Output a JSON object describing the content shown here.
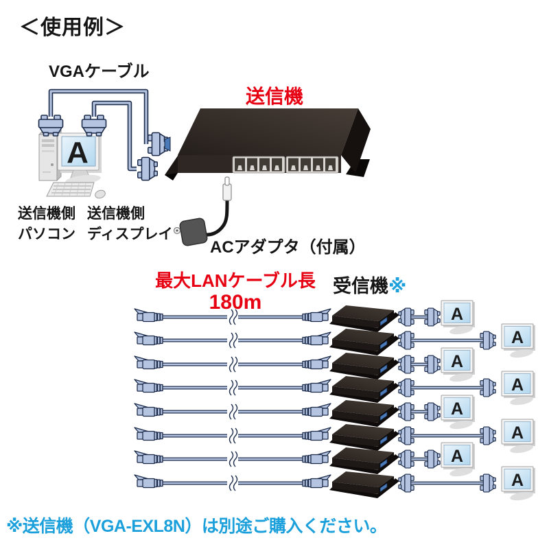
{
  "page": {
    "title": "＜使用例＞"
  },
  "top_section": {
    "vga_cable_label": "VGAケーブル",
    "transmitter_label": "送信機",
    "pc_caption_line1": "送信機側",
    "pc_caption_line2": "パソコン",
    "display_caption_line1": "送信機側",
    "display_caption_line2": "ディスプレイ",
    "ac_adapter_label": "ACアダプタ（付属）",
    "screen_letter": "A"
  },
  "bottom_section": {
    "lan_length_label_line1": "最大LANケーブル長",
    "lan_length_label_line2": "180m",
    "receiver_label": "受信機",
    "receiver_label_mark": "※",
    "monitor_screen_letter": "A",
    "lan_cable_count": 8,
    "receiver_count": 8,
    "monitor_count": 8
  },
  "footnote": {
    "text": "※送信機（VGA-EXL8N）は別途ご購入ください。"
  },
  "device": {
    "transmitter_port_count": 8
  },
  "colors": {
    "accent_red": "#e60012",
    "note_blue": "#1ca0dc",
    "cable_fill": "#b5c4e0",
    "cable_outline": "#1c2b4a",
    "vga_port_blue": "#4a7ab8",
    "device_black": "#2e2723"
  }
}
